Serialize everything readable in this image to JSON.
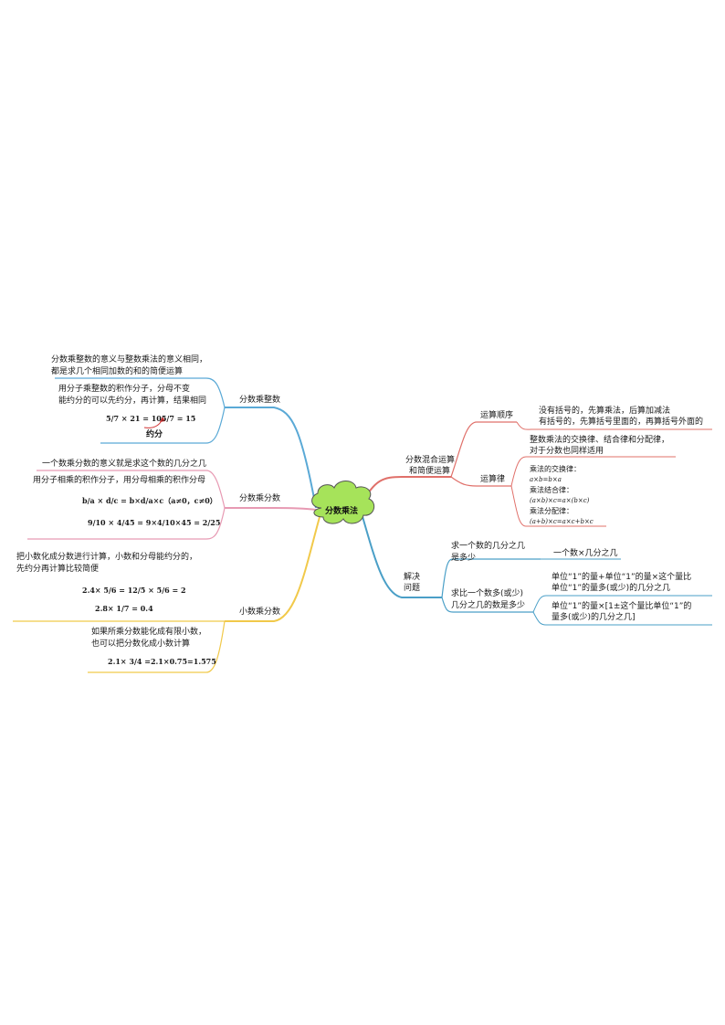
{
  "center": {
    "title": "分数乘法"
  },
  "colors": {
    "blue": "#5aa9d6",
    "pink": "#e79ab3",
    "yellow": "#f1c94a",
    "red": "#e0706a",
    "teal": "#4a9fc7",
    "cloud": "#a6e35a"
  },
  "left": {
    "b1": {
      "label": "分数乘整数",
      "notes": [
        "分数乘整数的意义与整数乘法的意义相同，",
        "都是求几个相同加数的和的简便运算",
        "用分子乘整数的积作分子，分母不变",
        "能约分的可以先约分，再计算，结果相同"
      ],
      "formula": "5/7 × 21 = 105/7 = 15",
      "formula_note": "约分"
    },
    "b2": {
      "label": "分数乘分数",
      "notes": [
        "一个数乘分数的意义就是求这个数的几分之几",
        "用分子相乘的积作分子，用分母相乘的积作分母"
      ],
      "formula1": "b/a × d/c = b×d/a×c（a≠0，c≠0）",
      "formula2": "9/10 × 4/45 = 9×4/10×45 = 2/25"
    },
    "b3": {
      "label": "小数乘分数",
      "notes": [
        "把小数化成分数进行计算，小数和分母能约分的，",
        "先约分再计算比较简便",
        "如果所乘分数能化成有限小数，",
        "也可以把分数化成小数计算"
      ],
      "formula1": "2.4× 5/6 = 12/5 × 5/6 = 2",
      "formula2": "2.8× 1/7 = 0.4",
      "formula3": "2.1× 3/4 =2.1×0.75=1.575"
    }
  },
  "right": {
    "b1": {
      "label_line1": "分数混合运算",
      "label_line2": "和简便运算",
      "order": {
        "label": "运算顺序",
        "text1": "没有括号的，先算乘法，后算加减法",
        "text2": "有括号的，先算括号里面的，再算括号外面的"
      },
      "law": {
        "label": "运算律",
        "text1": "整数乘法的交换律、结合律和分配律，",
        "text2": "对于分数也同样适用",
        "items": [
          "乘法的交换律：",
          "a×b=b×a",
          "乘法结合律：",
          "(a×b)×c=a×(b×c)",
          "乘法分配律：",
          "(a+b)×c=a×c+b×c"
        ]
      }
    },
    "b2": {
      "label_line1": "解决",
      "label_line2": "问题",
      "q1": {
        "line1": "求一个数的几分之几",
        "line2": "是多少",
        "answer": "一个数×几分之几"
      },
      "q2": {
        "line1": "求比一个数多(或少)",
        "line2": "几分之几的数是多少",
        "answer1_line1": "单位“1”的量+单位“1”的量×这个量比",
        "answer1_line2": "单位“1”的量多(或少)的几分之几",
        "answer2_line1": "单位“1”的量×[1±这个量比单位“1”的",
        "answer2_line2": "量多(或少)的几分之几]"
      }
    }
  }
}
